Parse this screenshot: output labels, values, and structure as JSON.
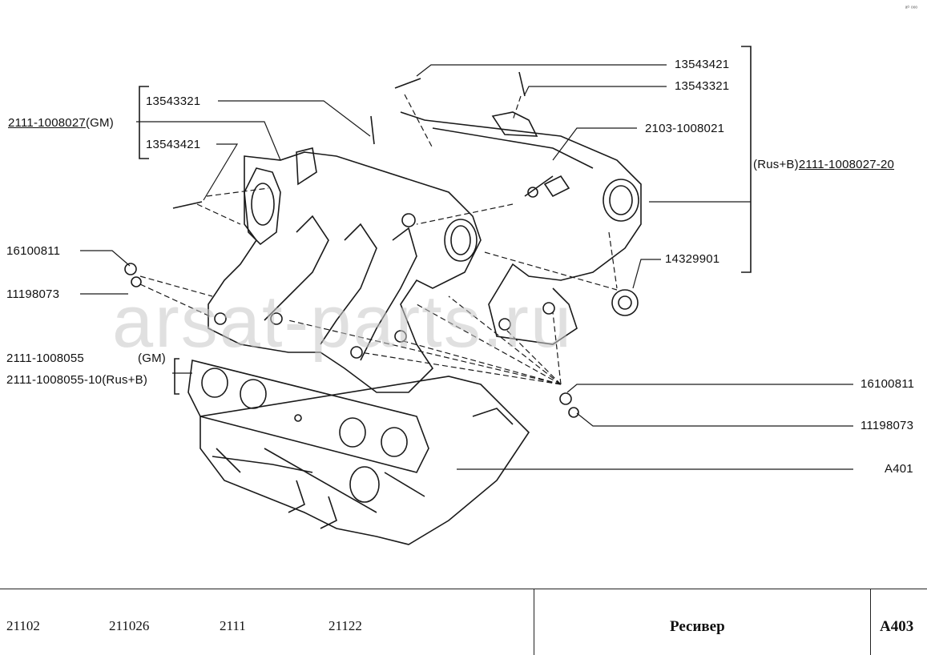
{
  "corner_mark": "ᵃ⁰ ᵒᵒᵒ",
  "watermark": "arsat-parts.ru",
  "labels": {
    "l_13543421_top": "13543421",
    "l_13543321_right": "13543321",
    "l_13543321_left": "13543321",
    "l_gm_main_code": "2111-1008027",
    "l_gm_main_suffix": "(GM)",
    "l_13543421_left": "13543421",
    "l_2103": "2103-1008021",
    "l_rusb_prefix": "(Rus+B)",
    "l_rusb_code": "2111-1008027-20",
    "l_16100811_left": "16100811",
    "l_11198073_left": "11198073",
    "l_14329901": "14329901",
    "l_gasket_gm_code": "2111-1008055",
    "l_gasket_gm_suffix": "(GM)",
    "l_gasket_rusb": "2111-1008055-10(Rus+B)",
    "l_16100811_right": "16100811",
    "l_11198073_right": "11198073",
    "l_a401": "A401"
  },
  "footer": {
    "models": [
      "21102",
      "211026",
      "2111",
      "21122"
    ],
    "title": "Ресивер",
    "code": "A403"
  }
}
